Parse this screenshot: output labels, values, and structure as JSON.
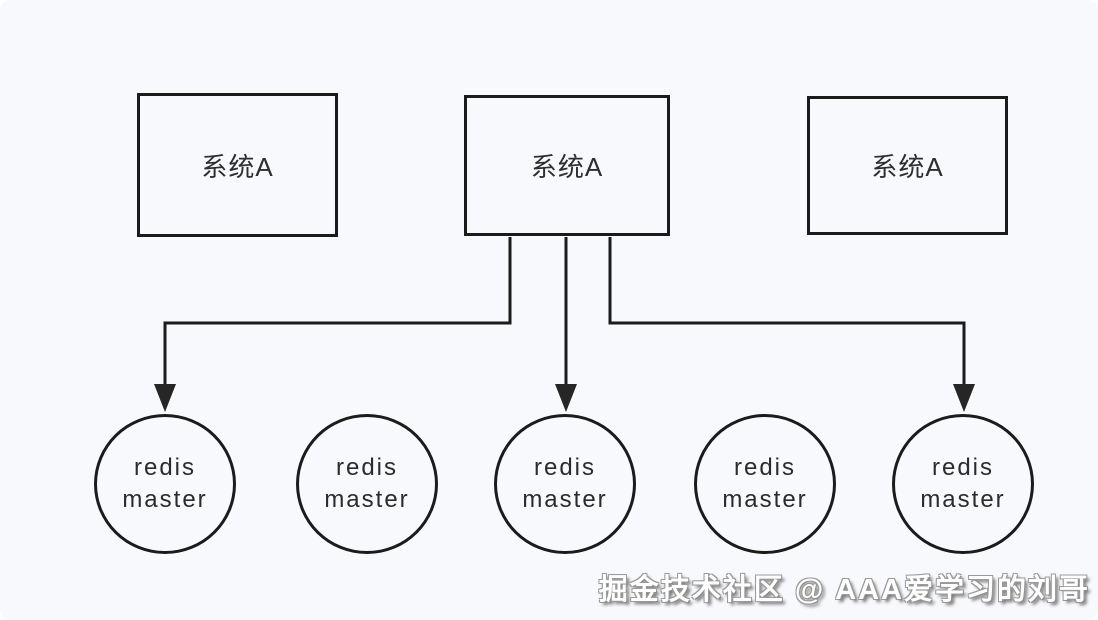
{
  "canvas": {
    "background_color": "#f7f9fc",
    "stroke_color": "#1b1b1b",
    "text_color": "#2b2b2b"
  },
  "systems": [
    {
      "label": "系统A"
    },
    {
      "label": "系统A"
    },
    {
      "label": "系统A"
    }
  ],
  "redis_nodes": [
    {
      "line1": "redis",
      "line2": "master"
    },
    {
      "line1": "redis",
      "line2": "master"
    },
    {
      "line1": "redis",
      "line2": "master"
    },
    {
      "line1": "redis",
      "line2": "master"
    },
    {
      "line1": "redis",
      "line2": "master"
    }
  ],
  "edges": [
    {
      "from": "system-2",
      "to": "redis-node-1"
    },
    {
      "from": "system-2",
      "to": "redis-node-3"
    },
    {
      "from": "system-2",
      "to": "redis-node-5"
    }
  ],
  "watermark": "掘金技术社区 @ AAA爱学习的刘哥"
}
